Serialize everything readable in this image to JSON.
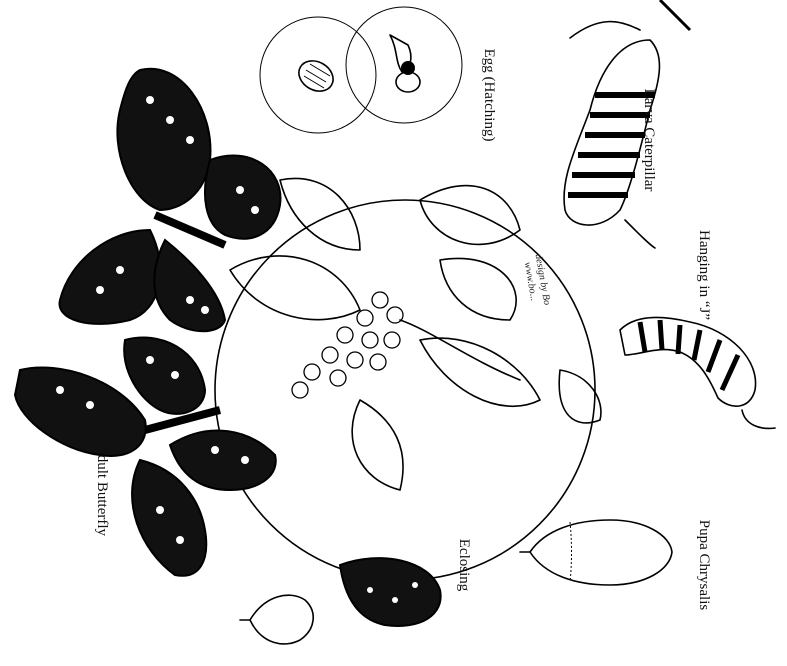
{
  "labels": {
    "egg": "Egg (Hatching)",
    "larva": "Larva Caterpillar",
    "hanging": "Hanging in “J”",
    "pupa": "Pupa Chrysalis",
    "eclosing": "Eclosing",
    "adult": "Adult Butterfly",
    "credit_1": "design by Bo",
    "credit_2": "www.bo..."
  },
  "colors": {
    "ink": "#000000",
    "paper": "#ffffff"
  },
  "icons": [
    "butterfly-icon",
    "caterpillar-icon",
    "chrysalis-icon",
    "egg-icon",
    "milkweed-icon"
  ]
}
